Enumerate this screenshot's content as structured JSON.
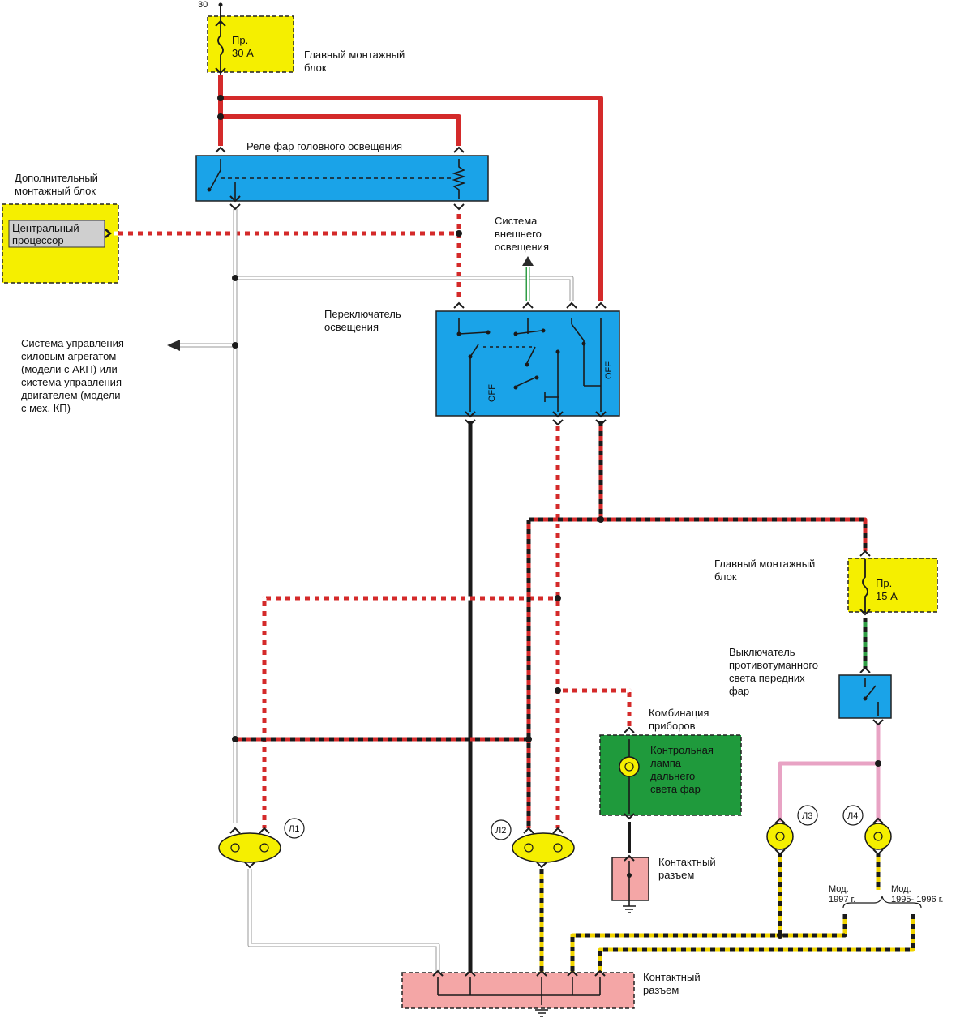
{
  "supply_terminal": "30",
  "fuse_main_30": {
    "line1": "Пр.",
    "line2": "30 А"
  },
  "main_block_top": {
    "line1": "Главный монтажный",
    "line2": "блок"
  },
  "headlight_relay": {
    "label": "Реле фар головного освещения"
  },
  "aux_block": {
    "line1": "Дополнительный",
    "line2": "монтажный блок"
  },
  "cpu": {
    "line1": "Центральный",
    "line2": "процессор"
  },
  "exterior_lighting": {
    "line1": "Система",
    "line2": "внешнего",
    "line3": "освещения"
  },
  "light_switch": {
    "line1": "Переключатель",
    "line2": "освещения",
    "off_left": "OFF",
    "off_right": "OFF"
  },
  "powertrain_note": {
    "line1": "Система управления",
    "line2": "силовым агрегатом",
    "line3": "(модели с АКП) или",
    "line4": "система управления",
    "line5": "двигателем (модели",
    "line6": "с мех. КП)"
  },
  "main_block_right": {
    "line1": "Главный монтажный",
    "line2": "блок"
  },
  "fuse_15": {
    "line1": "Пр.",
    "line2": "15 А"
  },
  "fog_switch": {
    "line1": "Выключатель",
    "line2": "противотуманного",
    "line3": "света передних",
    "line4": "фар"
  },
  "cluster": {
    "line1": "Комбинация",
    "line2": "приборов"
  },
  "high_beam_lamp": {
    "line1": "Контрольная",
    "line2": "лампа",
    "line3": "дальнего",
    "line4": "света фар"
  },
  "connector_small": {
    "line1": "Контактный",
    "line2": "разъем"
  },
  "connector_bottom": {
    "line1": "Контактный",
    "line2": "разъем"
  },
  "lamps": {
    "l1": "Л1",
    "l2": "Л2",
    "l3": "Л3",
    "l4": "Л4"
  },
  "model_1997": {
    "line1": "Мод.",
    "line2": "1997 г."
  },
  "model_1995_1996": {
    "line1": "Мод.",
    "line2": "1995- 1996 г."
  },
  "colors": {
    "wire_red": "#d42a2a",
    "wire_black": "#1a1a1a",
    "wire_green": "#2f9e45",
    "wire_pink": "#e8a3c4",
    "wire_yellow": "#f0d400",
    "block_blue": "#1aa3e8",
    "block_yellow": "#f5ef00",
    "block_green": "#1f9a3c",
    "connector_pink": "#f4a6a6"
  }
}
